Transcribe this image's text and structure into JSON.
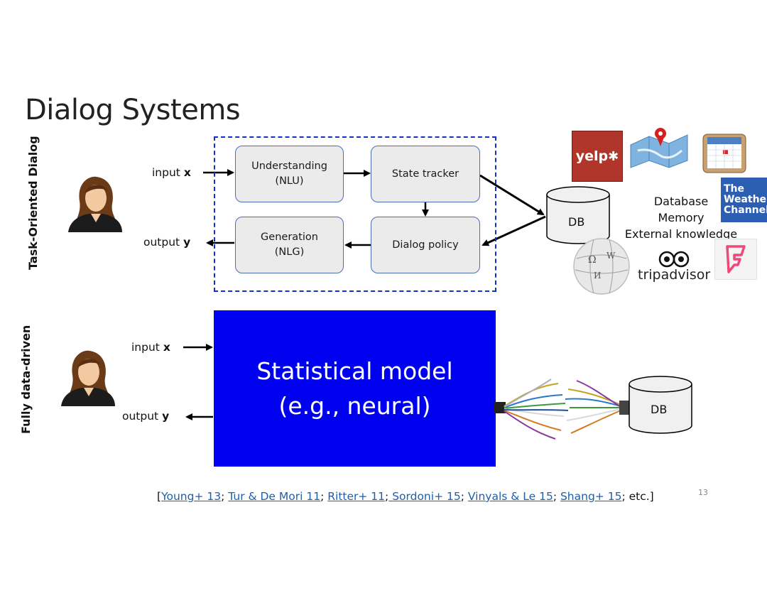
{
  "title": "Dialog Systems",
  "top_section": {
    "side_label": "Task-Oriented Dialog",
    "input_label": "input",
    "input_var": "x",
    "output_label": "output",
    "output_var": "y",
    "boxes": {
      "nlu_line1": "Understanding",
      "nlu_line2": "(NLU)",
      "state_tracker": "State tracker",
      "nlg_line1": "Generation",
      "nlg_line2": "(NLG)",
      "dialog_policy": "Dialog policy"
    },
    "db_label": "DB",
    "knowledge": {
      "line1": "Database",
      "line2": "Memory",
      "line3": "External knowledge"
    },
    "logos": {
      "yelp": "yelp",
      "weather_line1": "The",
      "weather_line2": "Weather",
      "weather_line3": "Channel",
      "tripadvisor": "tripadvisor"
    }
  },
  "bottom_section": {
    "side_label": "Fully data-driven",
    "input_label": "input",
    "input_var": "x",
    "output_label": "output",
    "output_var": "y",
    "model_line1": "Statistical model",
    "model_line2": "(e.g., neural)",
    "db_label": "DB"
  },
  "references": {
    "open": "[",
    "r1": "Young+ 13",
    "r2": "Tur & De Mori 11",
    "r3": "Ritter+ 11",
    "r4": " Sordoni+ 15",
    "r5": "Vinyals & Le 15",
    "r6": "Shang+ 15",
    "tail": "; etc.]"
  },
  "page_number": "13",
  "colors": {
    "model_fill": "#0000f0",
    "dashed_border": "#1530c8",
    "box_fill": "#ebebeb",
    "box_border": "#4a6fb0",
    "link": "#1f5fa8"
  }
}
